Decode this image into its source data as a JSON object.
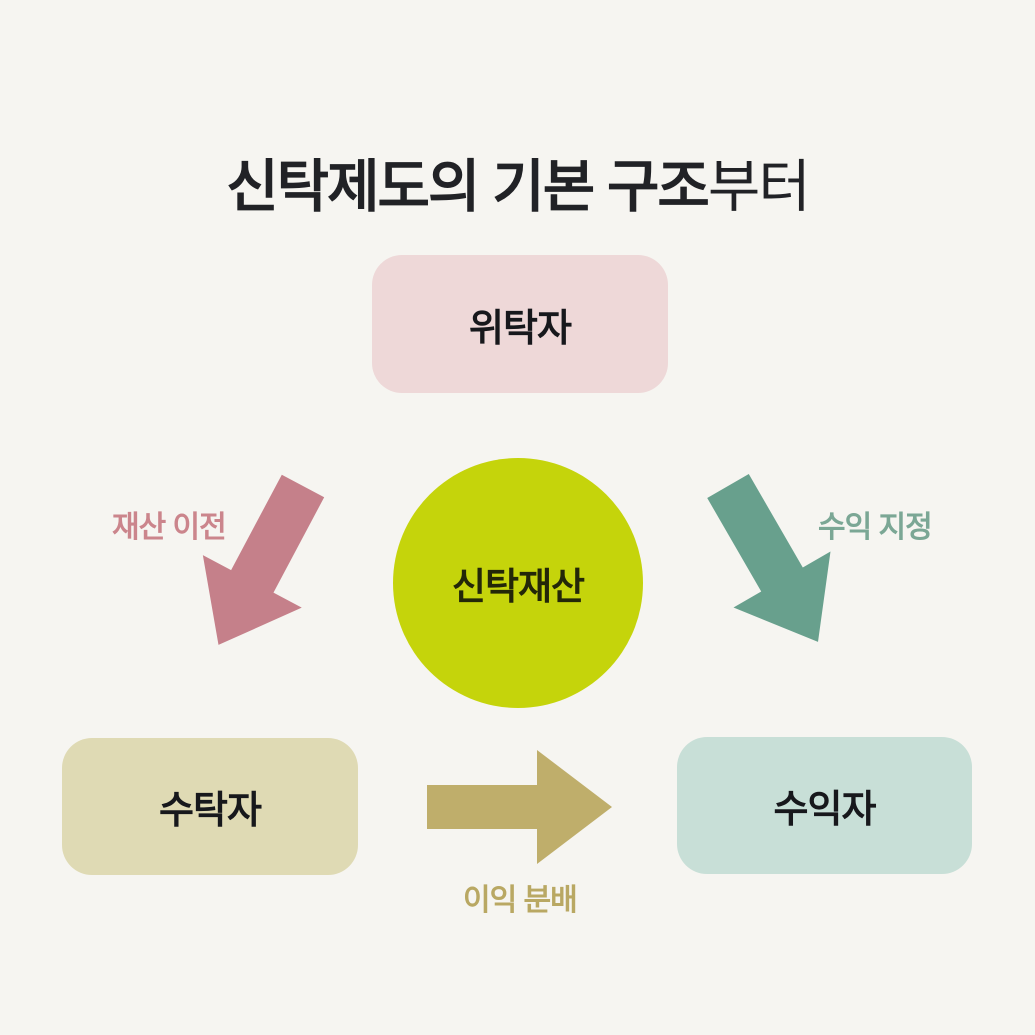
{
  "title": {
    "heavy": "신탁제도의 기본 구조",
    "regular": "부터"
  },
  "nodes": {
    "settlor": {
      "label": "위탁자",
      "fill": "#eed8d8"
    },
    "trust_asset": {
      "label": "신탁재산",
      "fill": "#c5d40b"
    },
    "trustee": {
      "label": "수탁자",
      "fill": "#dfdab4"
    },
    "beneficiary": {
      "label": "수익자",
      "fill": "#c8dfd7"
    }
  },
  "arrows": {
    "transfer": {
      "label": "재산 이전",
      "color": "#c5808a",
      "label_color": "#cb858c"
    },
    "designation": {
      "label": "수익 지정",
      "color": "#68a08d",
      "label_color": "#7ba795"
    },
    "distribution": {
      "label": "이익 분배",
      "color": "#bfae6b",
      "label_color": "#b9a863"
    }
  },
  "colors": {
    "background": "#f6f5f1",
    "title_text": "#212226",
    "node_text": "#17181c",
    "circle_text": "#232708"
  }
}
